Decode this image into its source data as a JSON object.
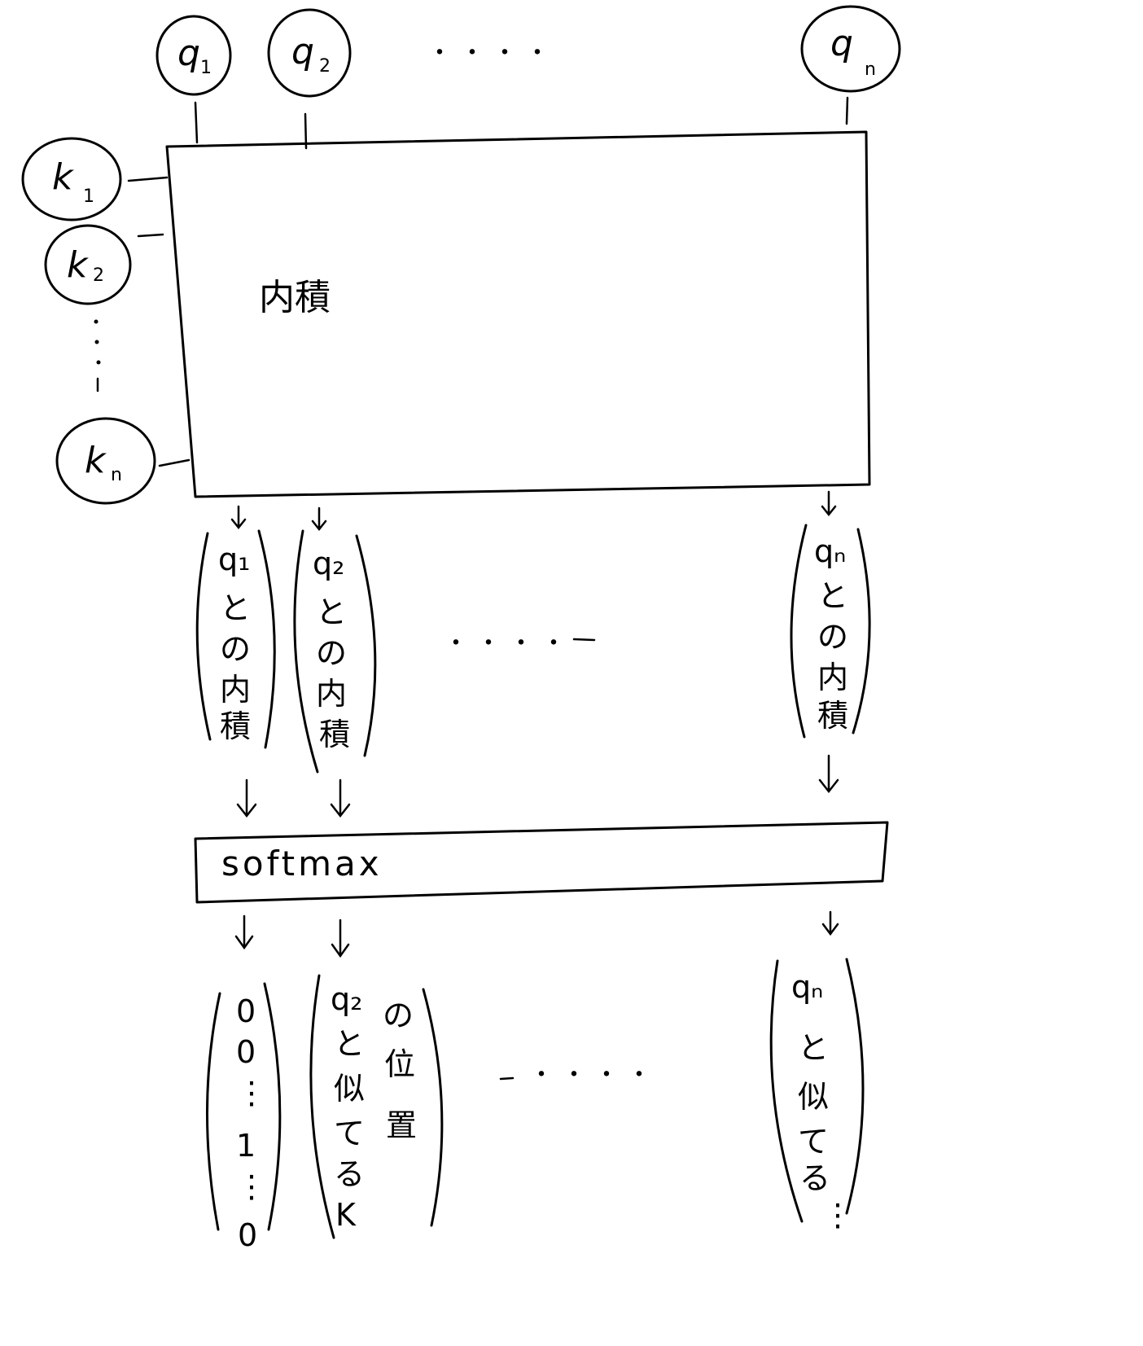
{
  "query_nodes": [
    {
      "base": "q",
      "sub": "1"
    },
    {
      "base": "q",
      "sub": "2"
    },
    {
      "base": "q",
      "sub": "n"
    }
  ],
  "key_nodes": [
    {
      "base": "k",
      "sub": "1"
    },
    {
      "base": "k",
      "sub": "2"
    },
    {
      "base": "k",
      "sub": "n"
    }
  ],
  "matrix": {
    "label": "内積"
  },
  "inner_products": [
    {
      "query": "q₁",
      "lines": [
        "と",
        "の",
        "内",
        "積"
      ]
    },
    {
      "query": "q₂",
      "lines": [
        "と",
        "の",
        "内",
        "積"
      ]
    },
    {
      "query": "qₙ",
      "lines": [
        "と",
        "の",
        "内",
        "積"
      ]
    }
  ],
  "softmax": {
    "label": "softmax"
  },
  "outputs": [
    {
      "lines": [
        "0",
        "0",
        "⋮",
        "1",
        "⋮",
        "0"
      ]
    },
    {
      "col1": [
        "q₂",
        "と",
        "似",
        "て",
        "る",
        "K"
      ],
      "col2": [
        "の",
        "位",
        "置"
      ]
    },
    {
      "lines": [
        "qₙ",
        "と",
        "似",
        "て",
        "る",
        "⋮"
      ]
    }
  ],
  "ellipsis": "・・・・"
}
